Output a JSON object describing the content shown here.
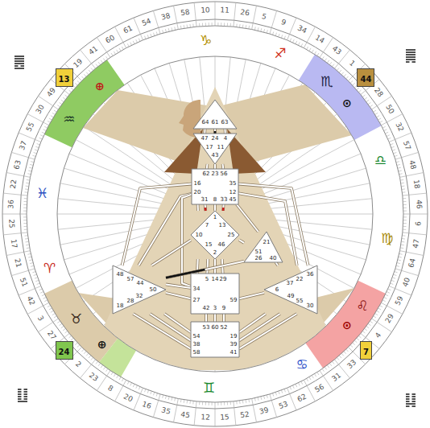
{
  "diagram": {
    "nodes": [
      {
        "text": [
          "13"
        ]
      },
      {
        "text": [
          "44"
        ]
      },
      {
        "text": [
          "64",
          "61",
          "63"
        ]
      },
      {
        "text": [
          "47",
          "24",
          "4",
          "17",
          "11",
          "43"
        ]
      },
      {
        "text": [
          "62",
          "23",
          "56",
          "16",
          "35",
          "20",
          "12",
          "31",
          "8",
          "33",
          "45"
        ]
      },
      {
        "text": [
          "1",
          "7",
          "13",
          "10",
          "25",
          "15",
          "46",
          "2"
        ]
      },
      {
        "text": [
          "21",
          "51",
          "26",
          "40"
        ]
      },
      {
        "text": [
          "48",
          "57",
          "44",
          "50",
          "18",
          "28",
          "32"
        ]
      },
      {
        "text": [
          "5",
          "14",
          "29",
          "34",
          "27",
          "59",
          "42",
          "3",
          "9"
        ]
      },
      {
        "text": [
          "36",
          "22",
          "37",
          "6",
          "49",
          "55",
          "30"
        ]
      },
      {
        "text": [
          "53",
          "60",
          "52",
          "54",
          "19",
          "38",
          "39",
          "58",
          "41"
        ]
      },
      {
        "text": [
          "24"
        ]
      },
      {
        "text": [
          "7"
        ]
      }
    ],
    "edges": [
      {
        "from": 2,
        "to": 3,
        "arrow": "none"
      },
      {
        "from": 2,
        "to": 3,
        "arrow": "none"
      },
      {
        "from": 2,
        "to": 3,
        "arrow": "none"
      },
      {
        "from": 3,
        "to": 4,
        "arrow": "none"
      },
      {
        "from": 3,
        "to": 4,
        "arrow": "none"
      },
      {
        "from": 3,
        "to": 4,
        "arrow": "none"
      },
      {
        "from": 4,
        "to": 5,
        "arrow": "none"
      },
      {
        "from": 4,
        "to": 5,
        "arrow": "none"
      },
      {
        "from": 4,
        "to": 5,
        "arrow": "none"
      },
      {
        "from": 4,
        "to": 5,
        "arrow": "none"
      },
      {
        "from": 4,
        "to": 7,
        "arrow": "none"
      },
      {
        "from": 4,
        "to": 7,
        "arrow": "none"
      },
      {
        "from": 4,
        "to": 8,
        "arrow": "none"
      },
      {
        "from": 4,
        "to": 6,
        "arrow": "none"
      },
      {
        "from": 4,
        "to": 9,
        "arrow": "none"
      },
      {
        "from": 4,
        "to": 9,
        "arrow": "none"
      },
      {
        "from": 5,
        "to": 6,
        "arrow": "none"
      },
      {
        "from": 5,
        "to": 8,
        "arrow": "none"
      },
      {
        "from": 5,
        "to": 8,
        "arrow": "none"
      },
      {
        "from": 5,
        "to": 8,
        "arrow": "none"
      },
      {
        "from": 5,
        "to": 8,
        "arrow": "none"
      },
      {
        "from": 5,
        "to": 7,
        "arrow": "none"
      },
      {
        "from": 6,
        "to": 7,
        "arrow": "none"
      },
      {
        "from": 6,
        "to": 9,
        "arrow": "none"
      },
      {
        "from": 7,
        "to": 8,
        "arrow": "none"
      },
      {
        "from": 7,
        "to": 8,
        "arrow": "none"
      },
      {
        "from": 7,
        "to": 10,
        "arrow": "none"
      },
      {
        "from": 7,
        "to": 10,
        "arrow": "none"
      },
      {
        "from": 7,
        "to": 10,
        "arrow": "none"
      },
      {
        "from": 8,
        "to": 9,
        "arrow": "none"
      },
      {
        "from": 8,
        "to": 10,
        "arrow": "none"
      },
      {
        "from": 8,
        "to": 10,
        "arrow": "none"
      },
      {
        "from": 8,
        "to": 10,
        "arrow": "none"
      },
      {
        "from": 9,
        "to": 10,
        "arrow": "none"
      },
      {
        "from": 9,
        "to": 10,
        "arrow": "none"
      },
      {
        "from": 9,
        "to": 10,
        "arrow": "none"
      }
    ],
    "labels": [
      "41",
      "19",
      "49",
      "30",
      "55",
      "37",
      "63",
      "22",
      "36",
      "25",
      "17",
      "21",
      "51",
      "42",
      "3",
      "27",
      "2",
      "23",
      "8",
      "20",
      "16",
      "35",
      "45",
      "12",
      "15",
      "52",
      "39",
      "53",
      "62",
      "56",
      "31",
      "33",
      "4",
      "29",
      "59",
      "40",
      "64",
      "47",
      "6",
      "46",
      "18",
      "48",
      "57",
      "32",
      "50",
      "28",
      "1",
      "43",
      "14",
      "34",
      "9",
      "5",
      "26",
      "11",
      "10",
      "58",
      "38",
      "54",
      "61",
      "60",
      "♑",
      "♐",
      "♏",
      "♎",
      "♍",
      "♌",
      "♋",
      "♊",
      "♉",
      "♈",
      "♓",
      "♒",
      "⊕",
      "⊙",
      "⊕",
      "⊙"
    ]
  }
}
